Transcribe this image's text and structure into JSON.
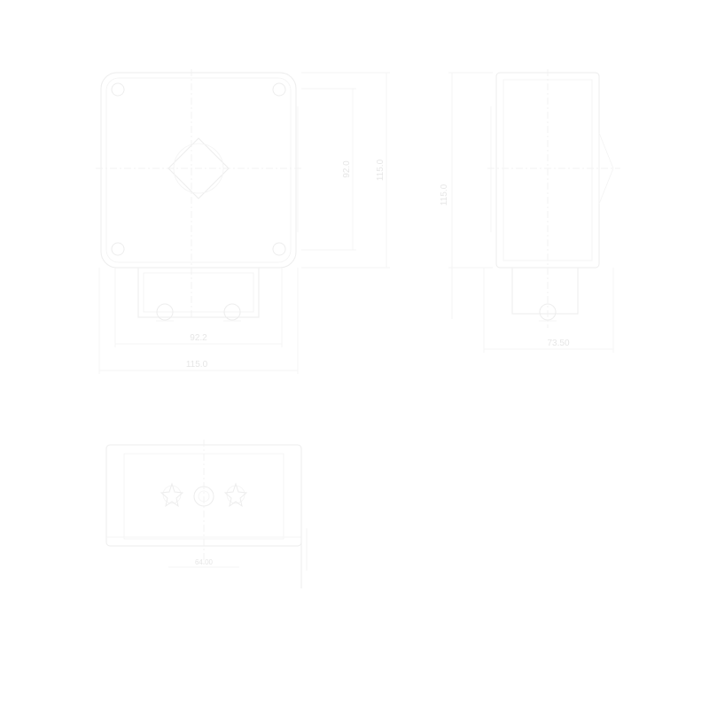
{
  "drawing": {
    "palette": {
      "line": "#ededed",
      "text": "#e6e6e6",
      "background": "#ffffff"
    },
    "front_view": {
      "dim_inner_width": "92.2",
      "dim_outer_width": "115.0"
    },
    "height_dims": {
      "dim_short": "92.0",
      "dim_long": "115.0"
    },
    "side_view": {
      "dim_height": "115.0",
      "dim_depth": "73.50"
    },
    "bottom_view": {
      "dim_label": "64.00"
    }
  }
}
